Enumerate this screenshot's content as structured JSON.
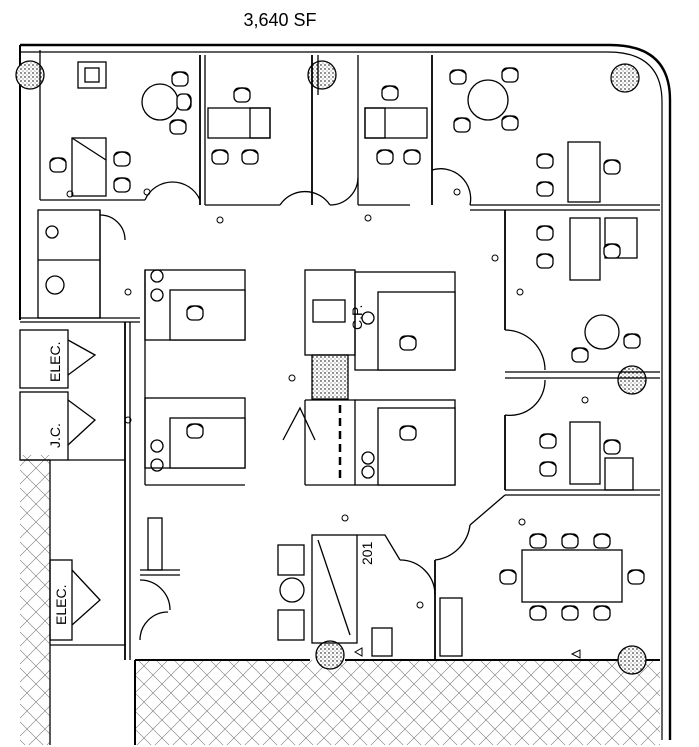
{
  "header": {
    "area": "3,640 SF"
  },
  "labels": {
    "elec_upper": "ELEC.",
    "jc": "J.C.",
    "elec_lower": "ELEC.",
    "outlet": "C.P.",
    "duct": "201"
  }
}
